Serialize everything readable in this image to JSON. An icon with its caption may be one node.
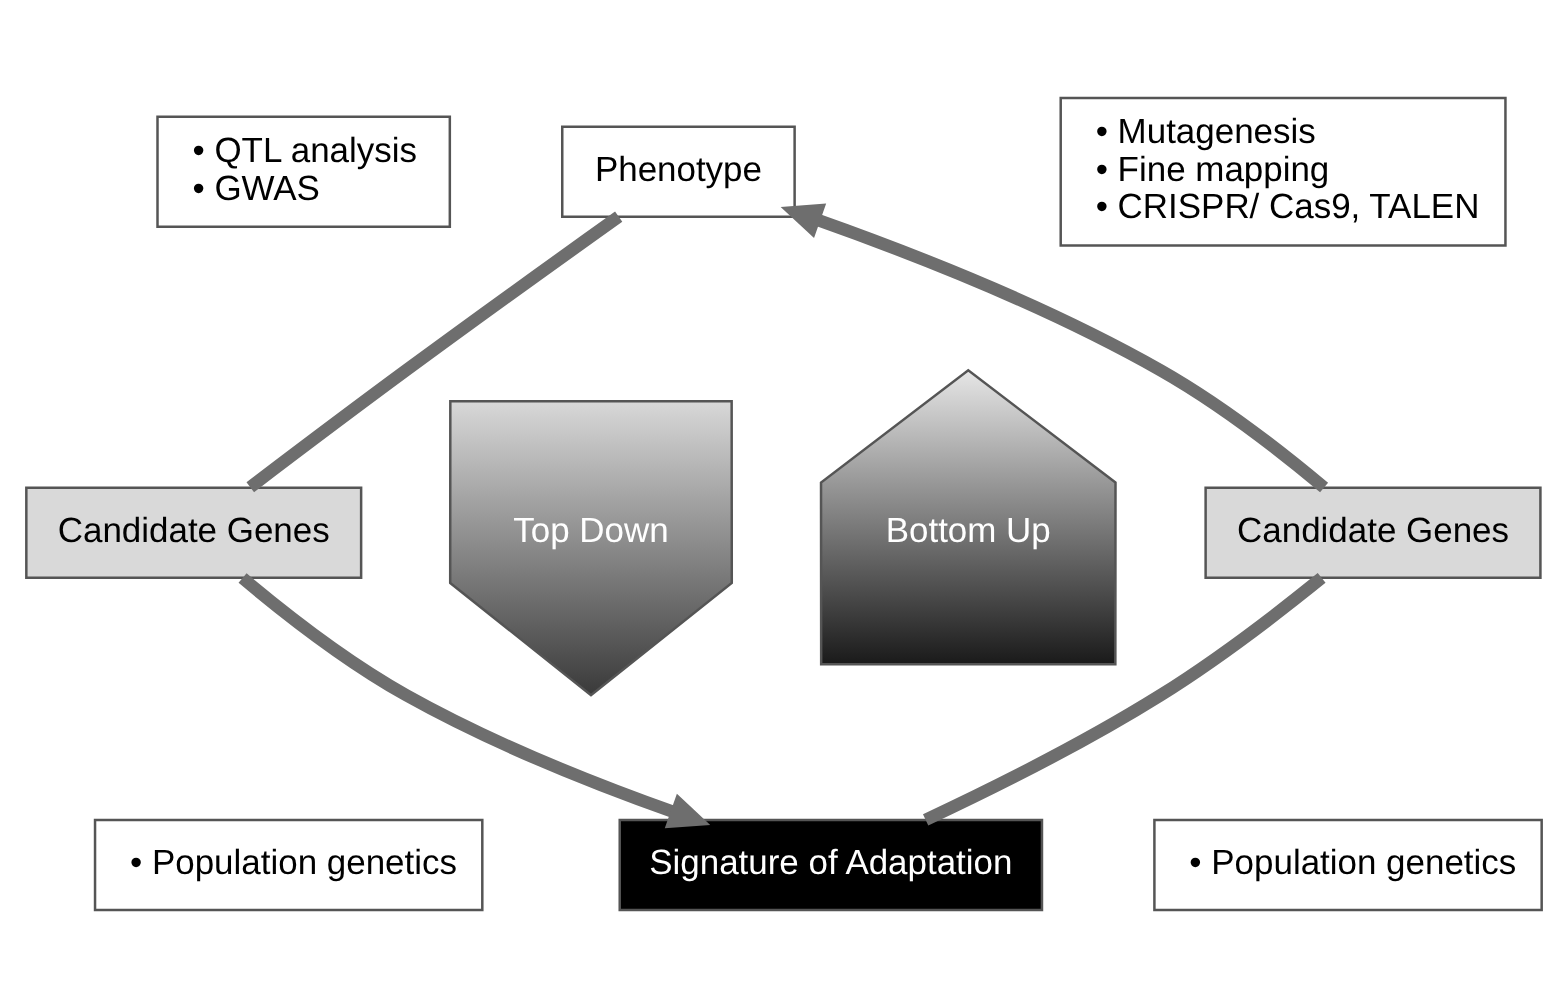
{
  "diagram": {
    "nodes": [
      {
        "text": [
          "Phenotype"
        ]
      },
      {
        "text": [
          "• Mutagenesis",
          "• Fine mapping",
          "• CRISPR/ Cas9, TALEN"
        ]
      },
      {
        "text": [
          "• QTL analysis",
          "• GWAS"
        ]
      },
      {
        "text": [
          "Candidate Genes"
        ]
      },
      {
        "text": [
          "Top Down"
        ]
      },
      {
        "text": [
          "Bottom Up"
        ]
      },
      {
        "text": [
          "Candidate Genes"
        ]
      },
      {
        "text": [
          "• Population genetics"
        ]
      },
      {
        "text": [
          "• Population genetics"
        ]
      },
      {
        "text": [
          "Signature of Adaptation"
        ]
      }
    ],
    "edges": [
      {
        "from": 0,
        "to": 3,
        "arrow": "none"
      },
      {
        "from": 3,
        "to": 9,
        "arrow": "to"
      },
      {
        "from": 9,
        "to": 6,
        "arrow": "none"
      },
      {
        "from": 6,
        "to": 0,
        "arrow": "to"
      }
    ]
  }
}
